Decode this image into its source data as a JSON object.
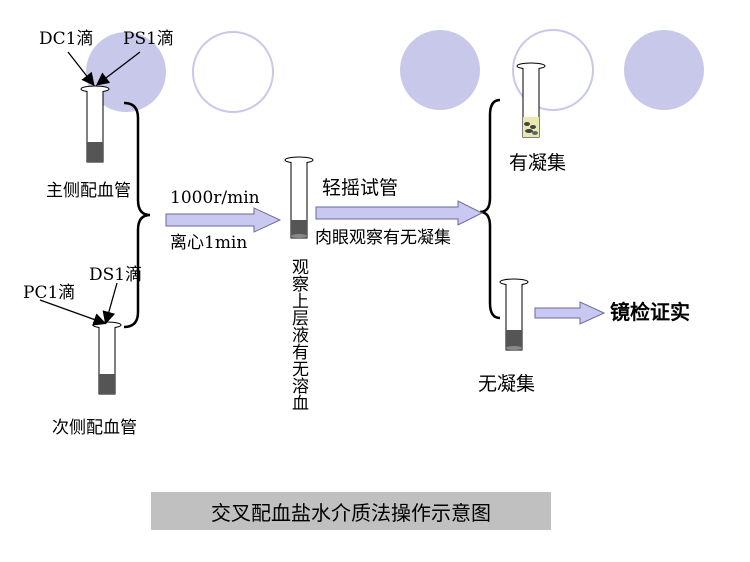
{
  "labels": {
    "dc1": "DC1滴",
    "ps1": "PS1滴",
    "main_tube": "主侧配血管",
    "pc1": "PC1滴",
    "ds1": "DS1滴",
    "minor_tube": "次侧配血管",
    "speed": "1000r/min",
    "centrifuge": "离心1min",
    "observe_vertical": "观察上层液有无溶血",
    "shake": "轻摇试管",
    "observe_agglutination": "肉眼观察有无凝集",
    "has_agglutination": "有凝集",
    "no_agglutination": "无凝集",
    "microscope_confirm": "镜检证实"
  },
  "title": "交叉配血盐水介质法操作示意图",
  "colors": {
    "circle_fill": "#c8c8ea",
    "arrow_fill": "#c8c8f0",
    "arrow_stroke": "#6a6aa0",
    "title_bg": "#c0c0c0",
    "sediment": "#555555"
  }
}
